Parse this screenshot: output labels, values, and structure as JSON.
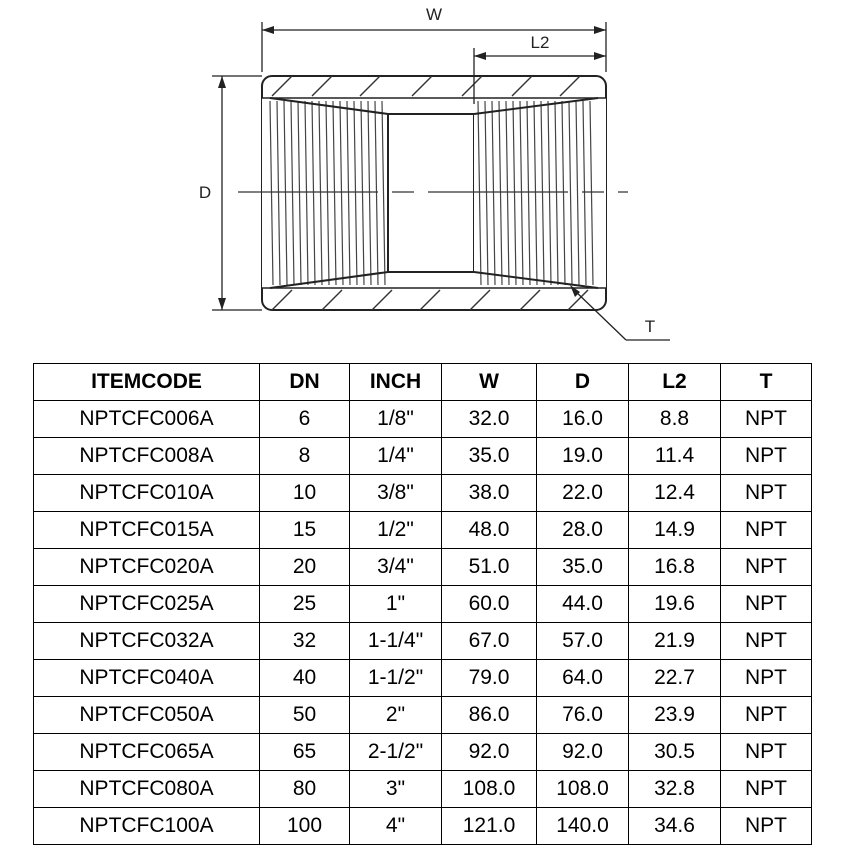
{
  "drawing": {
    "labels": {
      "w": "W",
      "l2": "L2",
      "d": "D",
      "t": "T"
    }
  },
  "table": {
    "headers": [
      "ITEMCODE",
      "DN",
      "INCH",
      "W",
      "D",
      "L2",
      "T"
    ],
    "rows": [
      [
        "NPTCFC006A",
        "6",
        "1/8\"",
        "32.0",
        "16.0",
        "8.8",
        "NPT"
      ],
      [
        "NPTCFC008A",
        "8",
        "1/4\"",
        "35.0",
        "19.0",
        "11.4",
        "NPT"
      ],
      [
        "NPTCFC010A",
        "10",
        "3/8\"",
        "38.0",
        "22.0",
        "12.4",
        "NPT"
      ],
      [
        "NPTCFC015A",
        "15",
        "1/2\"",
        "48.0",
        "28.0",
        "14.9",
        "NPT"
      ],
      [
        "NPTCFC020A",
        "20",
        "3/4\"",
        "51.0",
        "35.0",
        "16.8",
        "NPT"
      ],
      [
        "NPTCFC025A",
        "25",
        "1\"",
        "60.0",
        "44.0",
        "19.6",
        "NPT"
      ],
      [
        "NPTCFC032A",
        "32",
        "1-1/4\"",
        "67.0",
        "57.0",
        "21.9",
        "NPT"
      ],
      [
        "NPTCFC040A",
        "40",
        "1-1/2\"",
        "79.0",
        "64.0",
        "22.7",
        "NPT"
      ],
      [
        "NPTCFC050A",
        "50",
        "2\"",
        "86.0",
        "76.0",
        "23.9",
        "NPT"
      ],
      [
        "NPTCFC065A",
        "65",
        "2-1/2\"",
        "92.0",
        "92.0",
        "30.5",
        "NPT"
      ],
      [
        "NPTCFC080A",
        "80",
        "3\"",
        "108.0",
        "108.0",
        "32.8",
        "NPT"
      ],
      [
        "NPTCFC100A",
        "100",
        "4\"",
        "121.0",
        "140.0",
        "34.6",
        "NPT"
      ]
    ]
  }
}
